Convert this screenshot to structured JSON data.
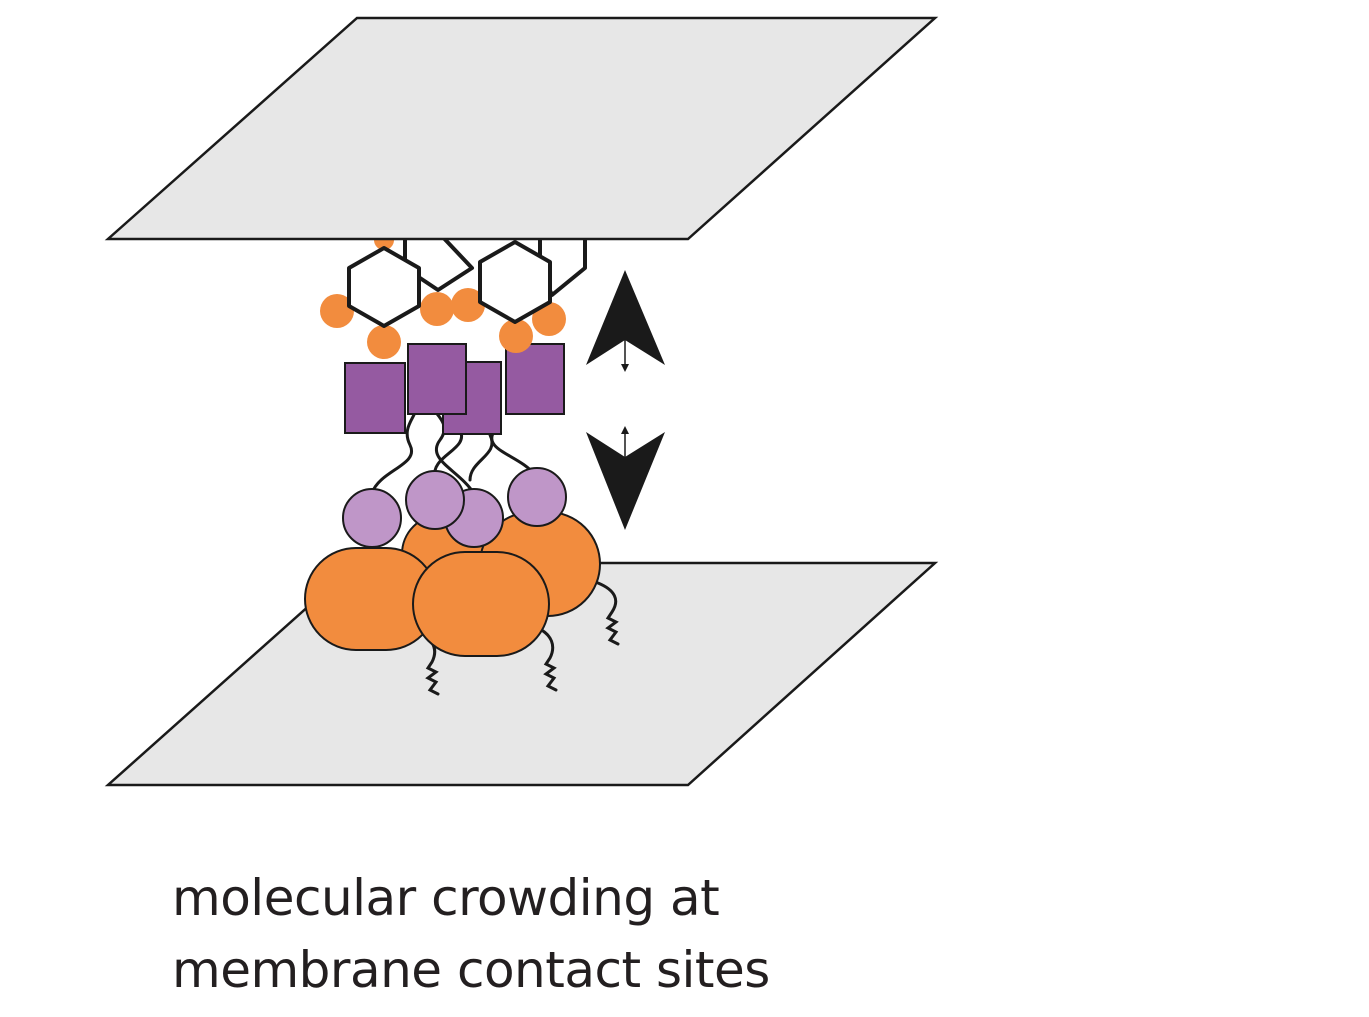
{
  "caption": {
    "line1": "molecular crowding at",
    "line2": "membrane contact sites"
  },
  "colors": {
    "membrane_fill": "#e7e7e7",
    "membrane_stroke": "#1a1a1a",
    "orange": "#f28c3e",
    "purple_box": "#955aa1",
    "lilac_circle": "#bf96c8",
    "arrow": "#1a1a1a",
    "text": "#231f20"
  },
  "icons": {
    "upper": "upper-membrane-plane",
    "lower": "lower-membrane-plane",
    "up_arrow": "up-arrow-icon",
    "down_arrow": "down-arrow-icon"
  }
}
